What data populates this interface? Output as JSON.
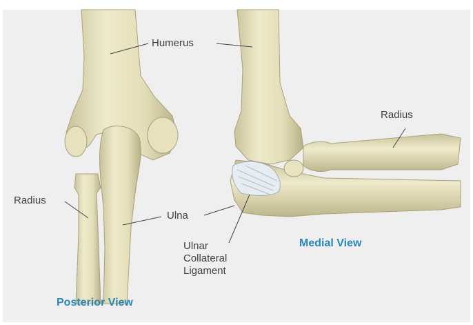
{
  "labels": {
    "humerus": "Humerus",
    "radius_medial": "Radius",
    "radius_posterior": "Radius",
    "ulna": "Ulna",
    "ucl_line1": "Ulnar",
    "ucl_line2": "Collateral",
    "ucl_line3": "Ligament"
  },
  "views": {
    "posterior": "Posterior View",
    "medial": "Medial View"
  },
  "colors": {
    "bone": "#ebe6c3",
    "bone_shadow": "#b9b38a",
    "ligament": "#e6ecef",
    "background": "#efefef",
    "view_label": "#2a86b8",
    "label_text": "#3f3f3f"
  }
}
